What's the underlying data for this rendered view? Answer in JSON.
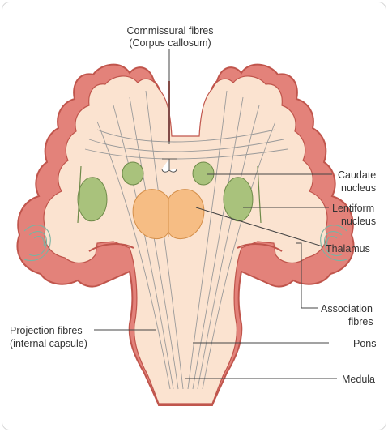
{
  "labels": {
    "commissural_line1": "Commissural fibres",
    "commissural_line2": "(Corpus callosum)",
    "caudate_line1": "Caudate",
    "caudate_line2": "nucleus",
    "lentiform_line1": "Lentiform",
    "lentiform_line2": "nucleus",
    "thalamus": "Thalamus",
    "association_line1": "Association",
    "association_line2": "fibres",
    "projection_line1": "Projection fibres",
    "projection_line2": "(internal capsule)",
    "pons": "Pons",
    "medula": "Medula"
  },
  "colors": {
    "cortex": "#e3827a",
    "cortex_stroke": "#c0554c",
    "white_matter": "#fbe3d0",
    "nucleus_green": "#a9c27c",
    "thalamus_orange": "#f6bd84",
    "fibre": "#9a9a9a",
    "association_fibre": "#7ab3a2"
  }
}
